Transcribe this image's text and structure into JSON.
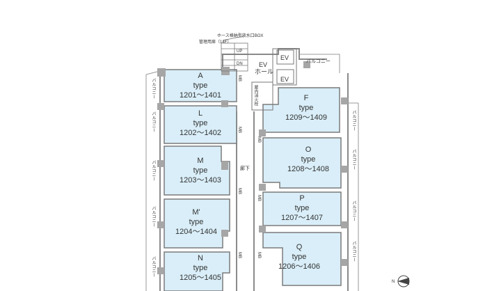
{
  "colors": {
    "unit_fill": "#d9eef8",
    "wall": "#8a8a8a",
    "column": "#a6a6a6",
    "line": "#555555"
  },
  "units_west": [
    {
      "name": "A",
      "type": "type",
      "range": "1201〜1401"
    },
    {
      "name": "L",
      "type": "type",
      "range": "1202〜1402"
    },
    {
      "name": "M",
      "type": "type",
      "range": "1203〜1403"
    },
    {
      "name": "M'",
      "type": "type",
      "range": "1204〜1404"
    },
    {
      "name": "N",
      "type": "type",
      "range": "1205〜1405"
    }
  ],
  "units_east": [
    {
      "name": "F",
      "type": "type",
      "range": "1209〜1409"
    },
    {
      "name": "O",
      "type": "type",
      "range": "1208〜1408"
    },
    {
      "name": "P",
      "type": "type",
      "range": "1207〜1407"
    },
    {
      "name": "Q",
      "type": "type",
      "range": "1206〜1406"
    }
  ],
  "labels": {
    "hose_box": "ホース格納型放水口BOX",
    "mgmt_room": "管理用扉（14F）",
    "up": "UP",
    "dn": "DN",
    "ev_hall_1": "EV",
    "ev_hall_2": "ホール",
    "ev": "EV",
    "indoor_hydrant": "屋内消火栓",
    "corridor": "廊下",
    "mb": "MB",
    "balcony": "バルコニー",
    "north": "N"
  }
}
